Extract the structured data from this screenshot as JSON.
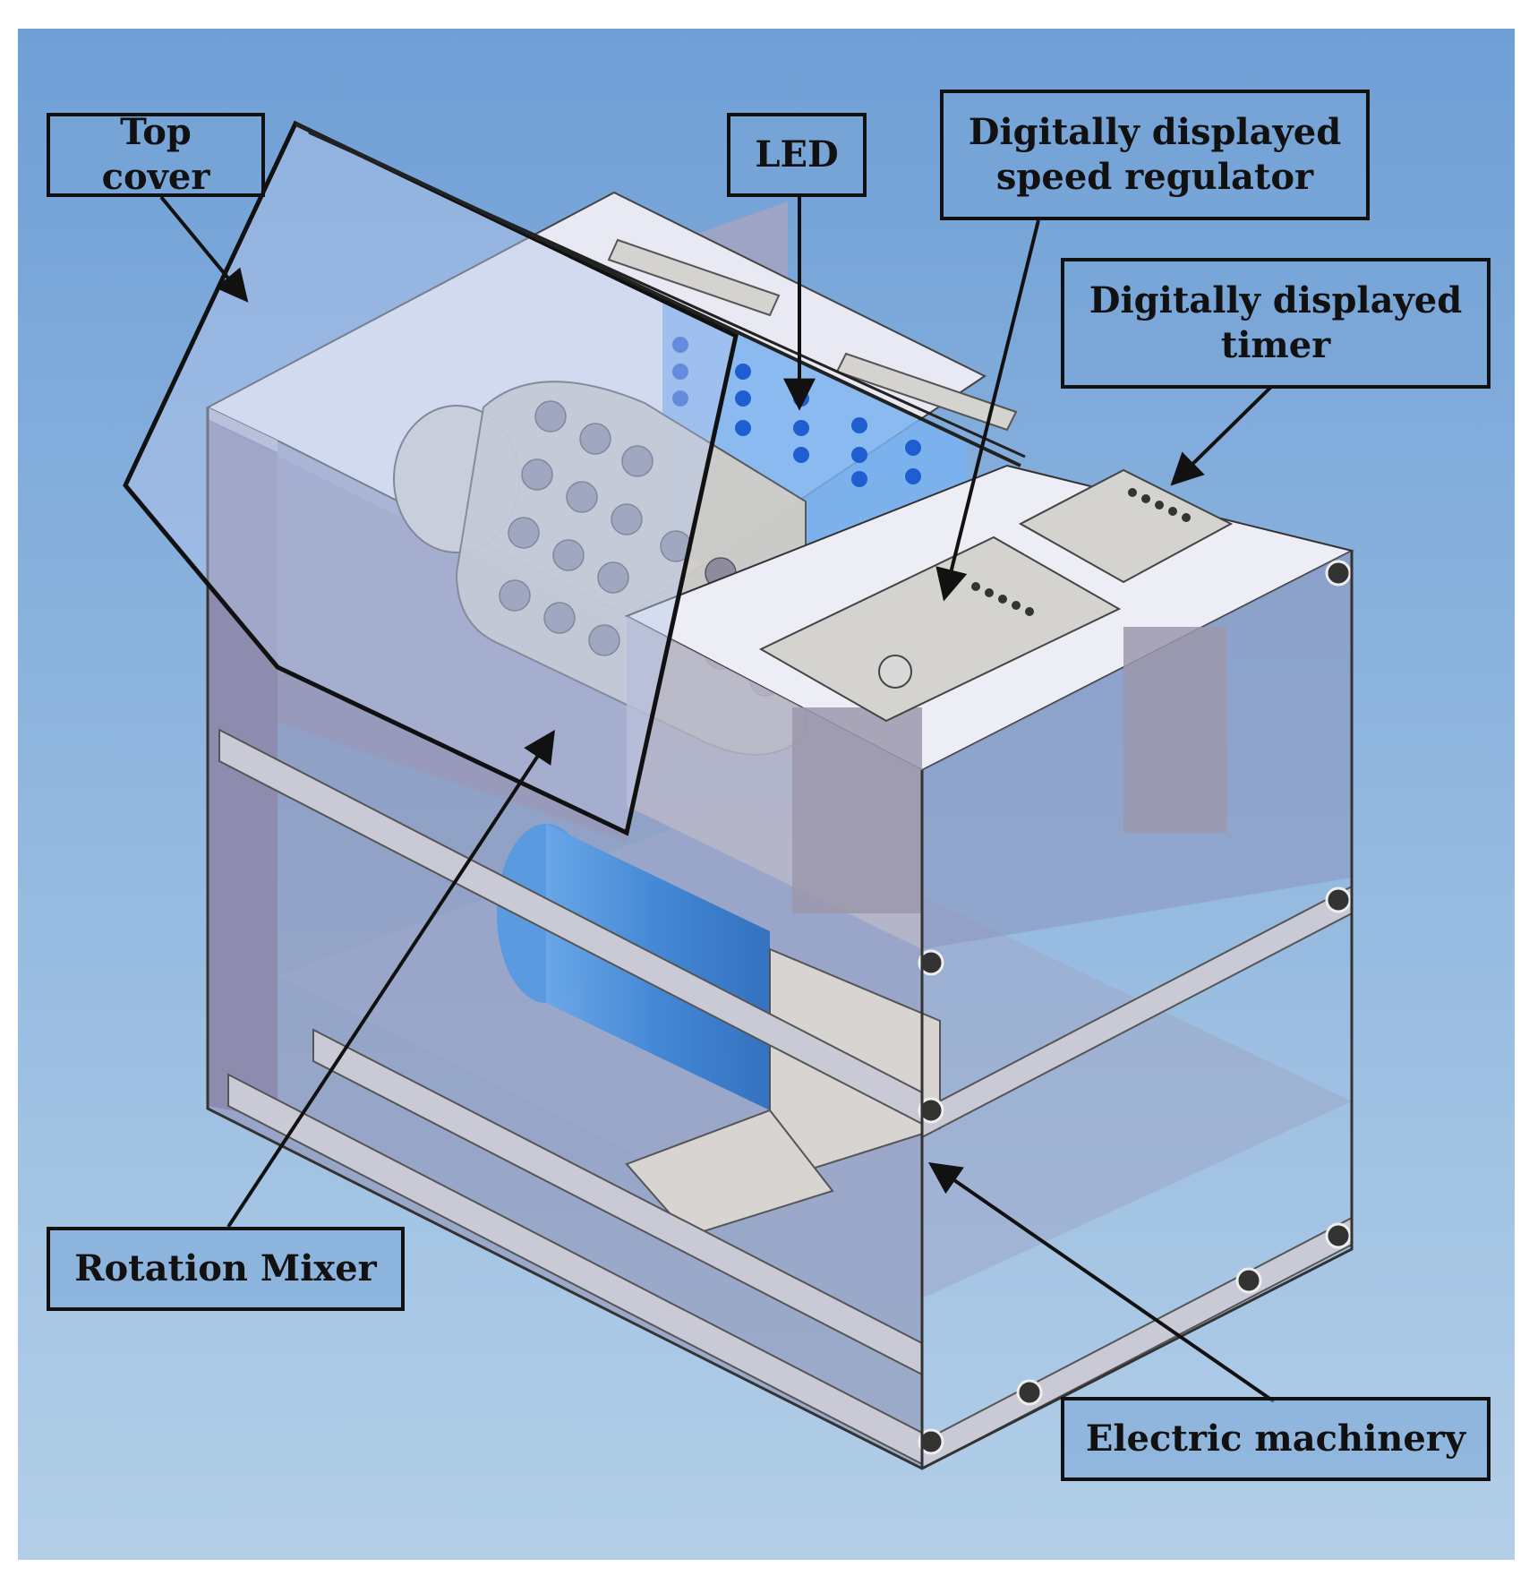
{
  "labels": {
    "top_cover": "Top cover",
    "led": "LED",
    "speed_regulator": "Digitally displayed\nspeed regulator",
    "timer": "Digitally displayed\ntimer",
    "rotation_mixer": "Rotation Mixer",
    "electric_machinery": "Electric machinery"
  },
  "colors": {
    "background_top": "#6f9fd6",
    "background_bottom": "#b3cfe8",
    "panel": "#e6e8f2",
    "frame_rail": "#c5c7d3",
    "motor": "#4d8fd8",
    "led": "#2f6fdc",
    "callout_border": "#111111"
  }
}
